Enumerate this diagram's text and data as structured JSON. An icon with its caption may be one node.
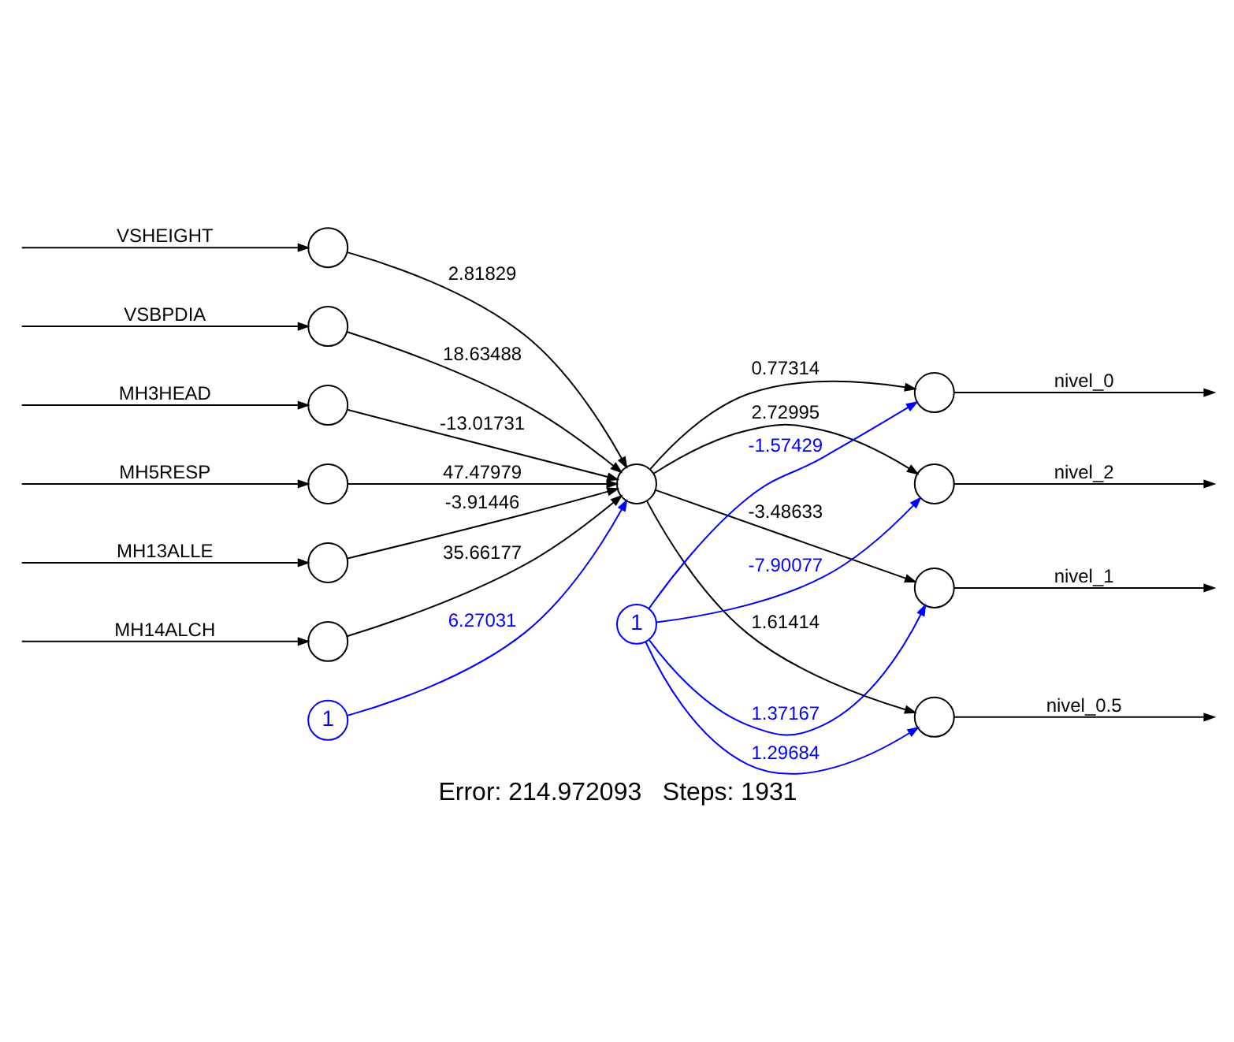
{
  "diagram": {
    "caption": "Error: 214.972093   Steps: 1931",
    "nodes": [
      {
        "text": [],
        "shape": "circle"
      },
      {
        "text": [],
        "shape": "circle"
      },
      {
        "text": [],
        "shape": "circle"
      },
      {
        "text": [],
        "shape": "circle"
      },
      {
        "text": [],
        "shape": "circle"
      },
      {
        "text": [],
        "shape": "circle"
      },
      {
        "text": [
          "1"
        ]
      },
      {
        "text": [],
        "shape": "circle"
      },
      {
        "text": [
          "1"
        ]
      },
      {
        "text": [],
        "shape": "circle"
      },
      {
        "text": [],
        "shape": "circle"
      },
      {
        "text": [],
        "shape": "circle"
      },
      {
        "text": [],
        "shape": "circle"
      }
    ],
    "edges": [
      {
        "from": null,
        "to": 0,
        "arrow": "to",
        "label": "VSHEIGHT"
      },
      {
        "from": null,
        "to": 1,
        "arrow": "to",
        "label": "VSBPDIA"
      },
      {
        "from": null,
        "to": 2,
        "arrow": "to",
        "label": "MH3HEAD"
      },
      {
        "from": null,
        "to": 3,
        "arrow": "to",
        "label": "MH5RESP"
      },
      {
        "from": null,
        "to": 4,
        "arrow": "to",
        "label": "MH13ALLE"
      },
      {
        "from": null,
        "to": 5,
        "arrow": "to",
        "label": "MH14ALCH"
      },
      {
        "from": 0,
        "to": 7,
        "arrow": "to",
        "label": "2.81829"
      },
      {
        "from": 1,
        "to": 7,
        "arrow": "to",
        "label": "18.63488"
      },
      {
        "from": 2,
        "to": 7,
        "arrow": "to",
        "label": "-13.01731"
      },
      {
        "from": 3,
        "to": 7,
        "arrow": "to",
        "label": "47.47979"
      },
      {
        "from": 4,
        "to": 7,
        "arrow": "to",
        "label": "-3.91446"
      },
      {
        "from": 5,
        "to": 7,
        "arrow": "to",
        "label": "35.66177"
      },
      {
        "from": 6,
        "to": 7,
        "arrow": "to",
        "label": "6.27031",
        "color": "#0000ff"
      },
      {
        "from": 7,
        "to": 9,
        "arrow": "to",
        "label": "0.77314"
      },
      {
        "from": 7,
        "to": 10,
        "arrow": "to",
        "label": "1.61414"
      },
      {
        "from": 7,
        "to": 11,
        "arrow": "to",
        "label": "-3.48633"
      },
      {
        "from": 7,
        "to": 12,
        "arrow": "to",
        "label": "2.72995"
      },
      {
        "from": 8,
        "to": 9,
        "arrow": "to",
        "label": "-1.57429",
        "color": "#0000ff"
      },
      {
        "from": 8,
        "to": 10,
        "arrow": "to",
        "label": "1.29684",
        "color": "#0000ff"
      },
      {
        "from": 8,
        "to": 11,
        "arrow": "to",
        "label": "1.37167",
        "color": "#0000ff"
      },
      {
        "from": 8,
        "to": 12,
        "arrow": "to",
        "label": "-7.90077",
        "color": "#0000ff"
      },
      {
        "from": 9,
        "to": null,
        "arrow": "to",
        "label": "nivel_0"
      },
      {
        "from": 10,
        "to": null,
        "arrow": "to",
        "label": "nivel_0.5"
      },
      {
        "from": 11,
        "to": null,
        "arrow": "to",
        "label": "nivel_1"
      },
      {
        "from": 12,
        "to": null,
        "arrow": "to",
        "label": "nivel_2"
      }
    ]
  }
}
